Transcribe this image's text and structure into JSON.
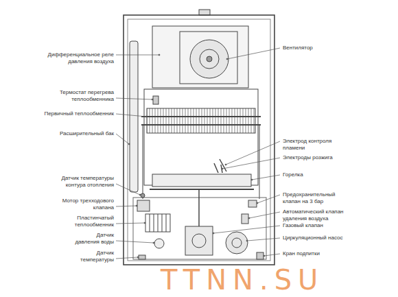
{
  "diagram": {
    "labels": [
      "Дифференциальное реле давления воздуха",
      "Термостат перегрева теплообменника",
      "Первичный теплообменник",
      "Расширительный бак",
      "Датчик температуры контура отопления",
      "Мотор трехходового клапана",
      "Пластинчатый теплообменник",
      "Датчик давления воды",
      "Датчик температуры",
      "Вентилятор",
      "Электрод контроля пламени",
      "Электроды розжига",
      "Горелка",
      "Предохранительный клапан на 3 бар",
      "Автоматический клапан удаления воздуха",
      "Газовый клапан",
      "Циркуляционный насос",
      "Кран подпитки",
      "TTNN.SU"
    ]
  }
}
